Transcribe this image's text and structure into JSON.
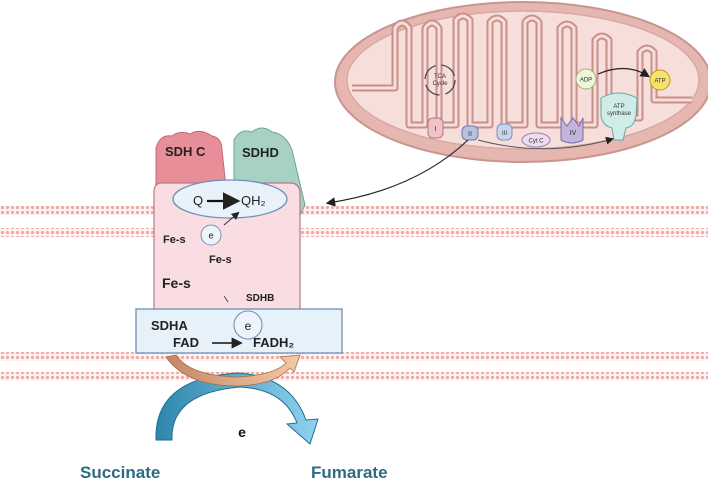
{
  "labels": {
    "sdhc": "SDH C",
    "sdhd": "SDHD",
    "q": "Q",
    "qh2": "QH₂",
    "fes_top": "Fe-s",
    "e_small": "e",
    "fes_mid": "Fe-s",
    "fes_big": "Fe-s",
    "sdhb": "SDHB",
    "sdha": "SDHA",
    "e_circle": "e",
    "fad": "FAD",
    "fadh2": "FADH₂",
    "e_bottom": "e",
    "succinate": "Succinate",
    "fumarate": "Fumarate"
  },
  "mito": {
    "tca": [
      "TCA",
      "Cycle"
    ],
    "complex_i": "I",
    "complex_ii": "II",
    "complex_iii": "III",
    "cytc": "Cyt C",
    "complex_iv": "IV",
    "adp": "ADP",
    "atp": "ATP",
    "atp_synthase": [
      "ATP",
      "synthase"
    ]
  },
  "colors": {
    "membrane": "#f2b9b3",
    "sdhc": "#e78e9a",
    "sdhd": "#9fcbbd",
    "sdhb_fill": "#f9dbe0",
    "sdha_fill": "#e5f0fa",
    "q_fill": "#e8f0fb",
    "succinate_text": "#2f6b86",
    "arrow_blue": "#5cb6d6",
    "arrow_tan": "#e6b48d",
    "mito_outer": "#e7bcb7",
    "mito_inner": "#f5dcd8"
  }
}
